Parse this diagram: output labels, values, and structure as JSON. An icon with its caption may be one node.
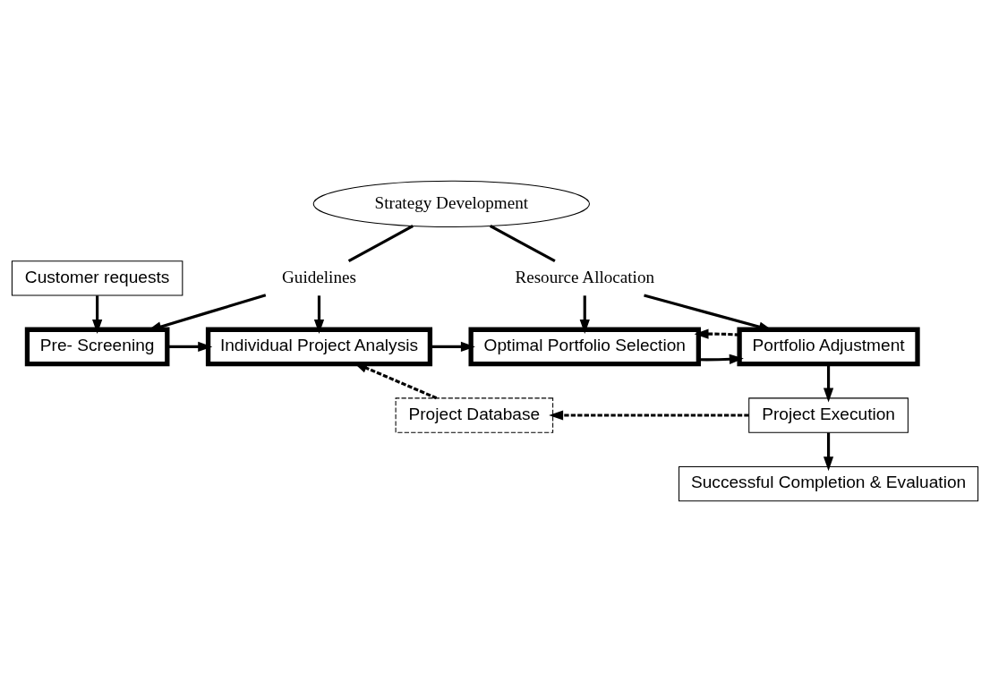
{
  "diagram": {
    "nodes": [
      {
        "text": [
          "Strategy Development"
        ]
      },
      {
        "text": [
          "Guidelines"
        ]
      },
      {
        "text": [
          "Resource Allocation"
        ]
      },
      {
        "text": [
          "Customer requests"
        ]
      },
      {
        "text": [
          "Pre- Screening"
        ]
      },
      {
        "text": [
          "Individual Project Analysis"
        ]
      },
      {
        "text": [
          "Optimal Portfolio Selection"
        ]
      },
      {
        "text": [
          "Portfolio Adjustment"
        ]
      },
      {
        "text": [
          "Project Database"
        ]
      },
      {
        "text": [
          "Project Execution"
        ]
      },
      {
        "text": [
          "Successful Completion & Evaluation"
        ]
      }
    ],
    "edges": [
      {
        "from": 0,
        "to": 1,
        "arrow": "none"
      },
      {
        "from": 0,
        "to": 2,
        "arrow": "none"
      },
      {
        "from": 1,
        "to": 4,
        "arrow": "to"
      },
      {
        "from": 1,
        "to": 5,
        "arrow": "to"
      },
      {
        "from": 2,
        "to": 6,
        "arrow": "to"
      },
      {
        "from": 2,
        "to": 7,
        "arrow": "to"
      },
      {
        "from": 3,
        "to": 4,
        "arrow": "to"
      },
      {
        "from": 4,
        "to": 5,
        "arrow": "to"
      },
      {
        "from": 5,
        "to": 6,
        "arrow": "to"
      },
      {
        "from": 6,
        "to": 7,
        "arrow": "to"
      },
      {
        "from": 7,
        "to": 6,
        "arrow": "to",
        "style": "dashed"
      },
      {
        "from": 7,
        "to": 9,
        "arrow": "to"
      },
      {
        "from": 9,
        "to": 8,
        "arrow": "to",
        "style": "dashed"
      },
      {
        "from": 8,
        "to": 5,
        "arrow": "to",
        "style": "dashed"
      },
      {
        "from": 9,
        "to": 10,
        "arrow": "to"
      }
    ]
  }
}
